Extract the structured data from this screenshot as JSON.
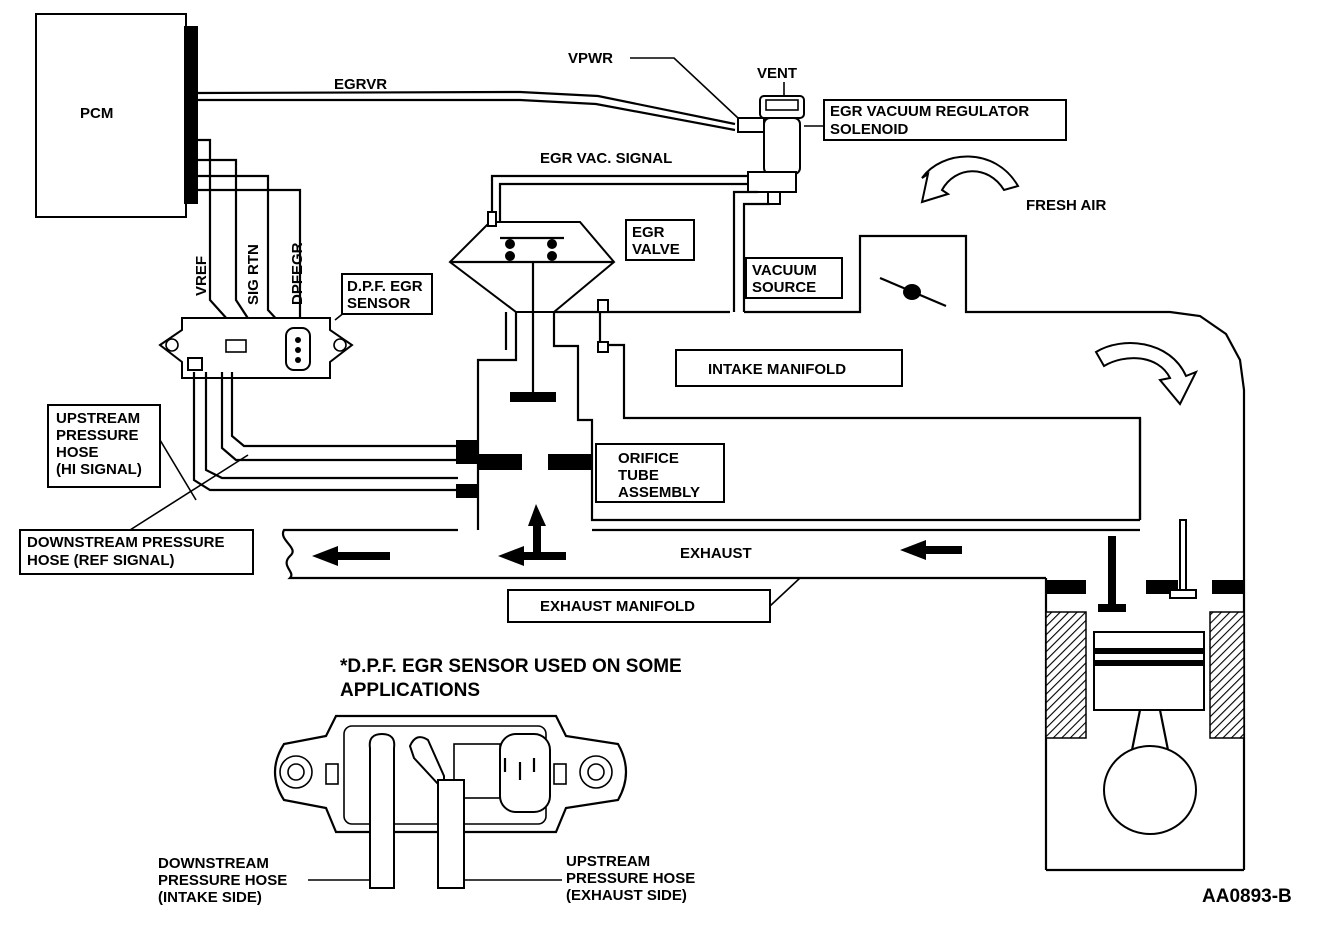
{
  "labels": {
    "pcm": "PCM",
    "egrvr": "EGRVR",
    "vpwr": "VPWR",
    "vent": "VENT",
    "egr_regulator_line1": "EGR VACUUM REGULATOR",
    "egr_regulator_line2": "SOLENOID",
    "egr_vac_signal": "EGR VAC. SIGNAL",
    "fresh_air": "FRESH AIR",
    "egr_valve_line1": "EGR",
    "egr_valve_line2": "VALVE",
    "vacuum_source_line1": "VACUUM",
    "vacuum_source_line2": "SOURCE",
    "vref": "VREF",
    "sig_rtn": "SIG RTN",
    "dpfegr": "DPFEGR",
    "dpf_sensor_line1": "D.P.F. EGR",
    "dpf_sensor_line2": "SENSOR",
    "intake_manifold": "INTAKE MANIFOLD",
    "upstream_hose_line1": "UPSTREAM",
    "upstream_hose_line2": "PRESSURE",
    "upstream_hose_line3": "HOSE",
    "upstream_hose_line4": "(HI SIGNAL)",
    "orifice_line1": "ORIFICE",
    "orifice_line2": "TUBE",
    "orifice_line3": "ASSEMBLY",
    "downstream_hose_line1": "DOWNSTREAM PRESSURE",
    "downstream_hose_line2": "HOSE (REF SIGNAL)",
    "exhaust": "EXHAUST",
    "exhaust_manifold": "EXHAUST MANIFOLD",
    "note_line1": "*D.P.F. EGR SENSOR USED ON SOME",
    "note_line2": "APPLICATIONS",
    "detail_downstream_line1": "DOWNSTREAM",
    "detail_downstream_line2": "PRESSURE HOSE",
    "detail_downstream_line3": "(INTAKE SIDE)",
    "detail_upstream_line1": "UPSTREAM",
    "detail_upstream_line2": "PRESSURE HOSE",
    "detail_upstream_line3": "(EXHAUST SIDE)",
    "figure_id": "AA0893-B"
  }
}
